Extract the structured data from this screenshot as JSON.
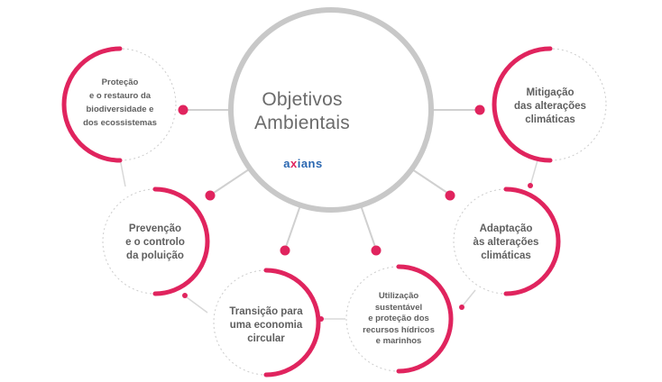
{
  "hub": {
    "title_lines": [
      "Objetivos",
      "Ambientais"
    ],
    "logo": {
      "prefix": "a",
      "accent": "x",
      "suffix": "ians"
    }
  },
  "objectives": [
    {
      "id": "biodiversity",
      "lines": [
        "Proteção",
        "e o restauro da",
        "biodiversidade e",
        "dos ecossistemas"
      ]
    },
    {
      "id": "mitigation",
      "lines": [
        "Mitigação",
        "das alterações",
        "climáticas"
      ]
    },
    {
      "id": "pollution",
      "lines": [
        "Prevenção",
        "e o controlo",
        "da poluição"
      ]
    },
    {
      "id": "adaptation",
      "lines": [
        "Adaptação",
        "às alterações",
        "climáticas"
      ]
    },
    {
      "id": "circular",
      "lines": [
        "Transição para",
        "uma economia",
        "circular"
      ]
    },
    {
      "id": "water",
      "lines": [
        "Utilização",
        "sustentável",
        "e proteção dos",
        "recursos hídricos",
        "e marinhos"
      ]
    }
  ],
  "colors": {
    "accent": "#e0245e",
    "hub_ring": "#c8c8c8",
    "connector": "#d0d0d0",
    "dotted": "#cccccc",
    "text": "#5f5f5f",
    "logo_blue": "#2a67b1"
  }
}
